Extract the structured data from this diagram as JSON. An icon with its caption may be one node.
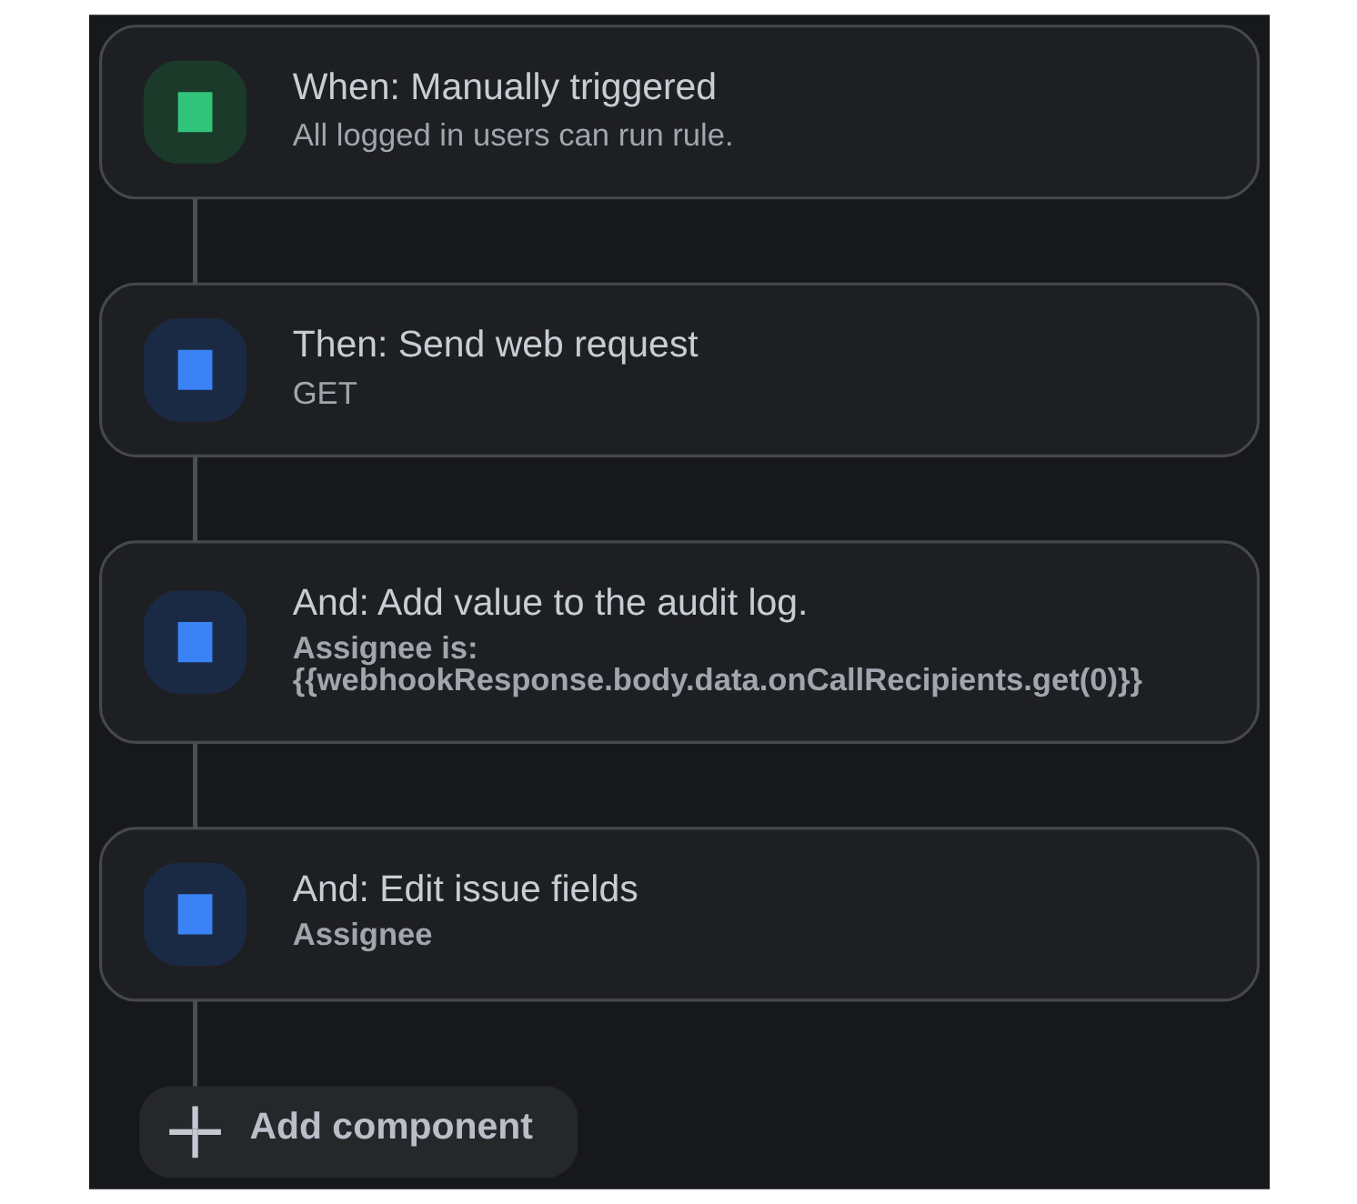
{
  "diagram": {
    "nodes": [
      {
        "text": [
          "When: Manually triggered",
          "All logged in users can run rule."
        ]
      },
      {
        "text": [
          "Then: Send web request",
          "GET"
        ]
      },
      {
        "text": [
          "And: Add value to the audit log.",
          "Assignee is: {{webhookResponse.body.data.onCallRecipients.get(0)}}"
        ]
      },
      {
        "text": [
          "And: Edit issue fields",
          "Assignee"
        ]
      },
      {
        "text": [
          "Add component"
        ]
      }
    ],
    "edges": [
      {
        "from": 0,
        "to": 1,
        "arrow": "none"
      },
      {
        "from": 1,
        "to": 2,
        "arrow": "none"
      },
      {
        "from": 2,
        "to": 3,
        "arrow": "none"
      },
      {
        "from": 3,
        "to": 4,
        "arrow": "none"
      }
    ]
  }
}
